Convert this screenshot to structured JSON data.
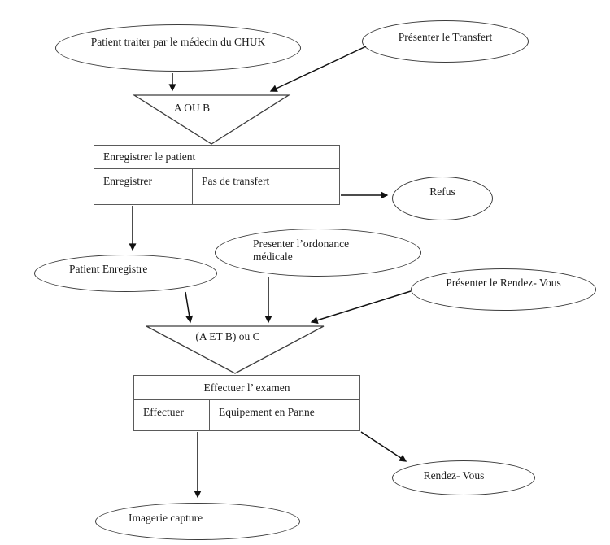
{
  "diagram": {
    "type": "workflow-petri-net",
    "places": {
      "patient_traite": "Patient traiter par le médecin du CHUK",
      "presenter_transfert": "Présenter le Transfert",
      "refus": "Refus",
      "patient_enregistre": "Patient Enregistre",
      "presenter_ordonance": "Presenter l’ordonance médicale",
      "presenter_rdv": "Présenter le Rendez- Vous",
      "rendez_vous": "Rendez- Vous",
      "imagerie_capture": "Imagerie capture"
    },
    "gates": {
      "gate_ou": "A OU B",
      "gate_et": "(A ET B) ou C"
    },
    "transitions": {
      "enregistrer": {
        "header": "Enregistrer le patient",
        "left": "Enregistrer",
        "right": "Pas de transfert"
      },
      "examen": {
        "header": "Effectuer l’ examen",
        "left": "Effectuer",
        "right": "Equipement en Panne"
      }
    },
    "edges": [
      {
        "from": "patient_traite",
        "to": "gate_ou",
        "type": "arrow"
      },
      {
        "from": "presenter_transfert",
        "to": "gate_ou",
        "type": "arrow"
      },
      {
        "from": "gate_ou",
        "to": "enregistrer",
        "type": "contact"
      },
      {
        "from": "enregistrer.right",
        "to": "refus",
        "type": "arrow"
      },
      {
        "from": "enregistrer.left",
        "to": "patient_enregistre",
        "type": "arrow"
      },
      {
        "from": "patient_enregistre",
        "to": "gate_et",
        "type": "arrow"
      },
      {
        "from": "presenter_ordonance",
        "to": "gate_et",
        "type": "arrow"
      },
      {
        "from": "presenter_rdv",
        "to": "gate_et",
        "type": "arrow"
      },
      {
        "from": "gate_et",
        "to": "examen",
        "type": "contact"
      },
      {
        "from": "examen.left",
        "to": "imagerie_capture",
        "type": "arrow"
      },
      {
        "from": "examen.right",
        "to": "rendez_vous",
        "type": "arrow"
      }
    ],
    "colors": {
      "background": "#ffffff",
      "shape_fill": "#ffffff",
      "ellipse_stroke": "#3c3c3c",
      "table_stroke": "#5a5a5a",
      "arrow": "#111111",
      "text": "#1c1c1c"
    }
  }
}
